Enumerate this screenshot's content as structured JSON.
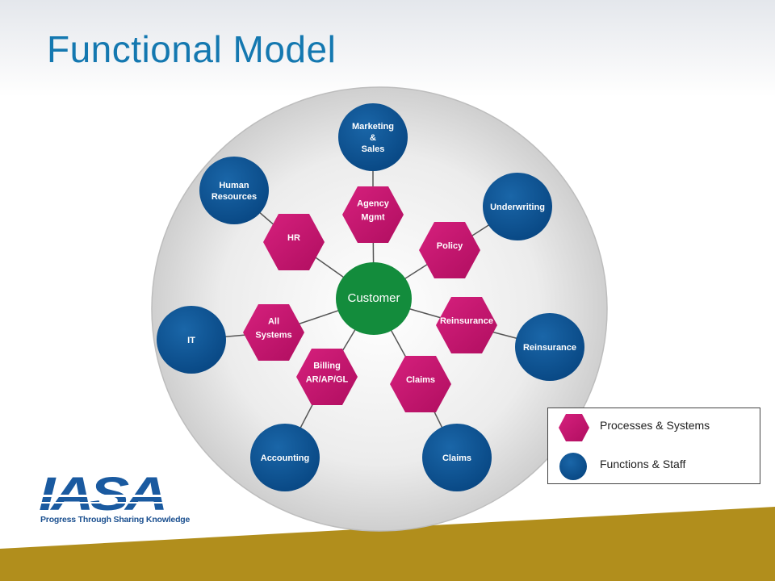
{
  "title": "Functional Model",
  "colors": {
    "process": "#c4146e",
    "function": "#0b5596",
    "center": "#138c3c",
    "line": "#555555",
    "gold": "#b18e1c",
    "title": "#1478b0"
  },
  "center": {
    "label": "Customer"
  },
  "functions": [
    {
      "id": "marketing",
      "lines": [
        "Marketing",
        "&",
        "Sales"
      ]
    },
    {
      "id": "underwriting",
      "lines": [
        "Underwriting"
      ]
    },
    {
      "id": "reinsurance",
      "lines": [
        "Reinsurance"
      ]
    },
    {
      "id": "claims",
      "lines": [
        "Claims"
      ]
    },
    {
      "id": "accounting",
      "lines": [
        "Accounting"
      ]
    },
    {
      "id": "it",
      "lines": [
        "IT"
      ]
    },
    {
      "id": "hr",
      "lines": [
        "Human",
        "Resources"
      ]
    }
  ],
  "processes": [
    {
      "id": "agency",
      "lines": [
        "Agency",
        "Mgmt"
      ]
    },
    {
      "id": "policy",
      "lines": [
        "Policy"
      ]
    },
    {
      "id": "reinsurance",
      "lines": [
        "Reinsurance"
      ]
    },
    {
      "id": "claims",
      "lines": [
        "Claims"
      ]
    },
    {
      "id": "billing",
      "lines": [
        "Billing",
        "AR/AP/GL"
      ]
    },
    {
      "id": "allsystems",
      "lines": [
        "All",
        "Systems"
      ]
    },
    {
      "id": "hr",
      "lines": [
        "HR"
      ]
    }
  ],
  "legend": {
    "processes_label": "Processes & Systems",
    "functions_label": "Functions & Staff"
  },
  "logo": {
    "wordmark": "IASA",
    "tagline": "Progress Through Sharing Knowledge"
  }
}
